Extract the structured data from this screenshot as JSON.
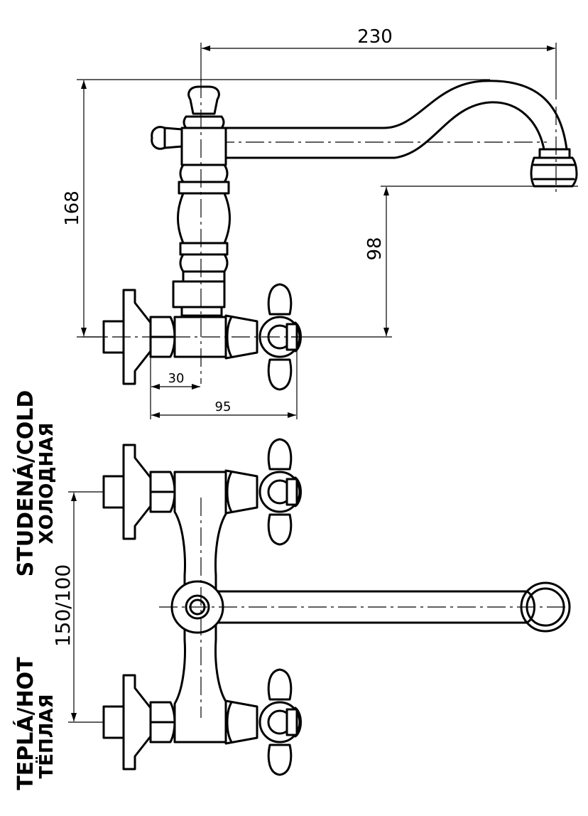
{
  "dimensions": {
    "spout_length": "230",
    "overall_height": "168",
    "spout_height": "98",
    "wall_offset": "30",
    "body_depth": "95",
    "spacing": "150/100"
  },
  "labels": {
    "cold_latin": "STUDENÁ/COLD",
    "cold_cyrillic": "ХОЛОДНАЯ",
    "hot_latin": "TEPLÁ/HOT",
    "hot_cyrillic": "ТЁПЛАЯ"
  },
  "colors": {
    "line": "#000000",
    "background": "#ffffff"
  }
}
